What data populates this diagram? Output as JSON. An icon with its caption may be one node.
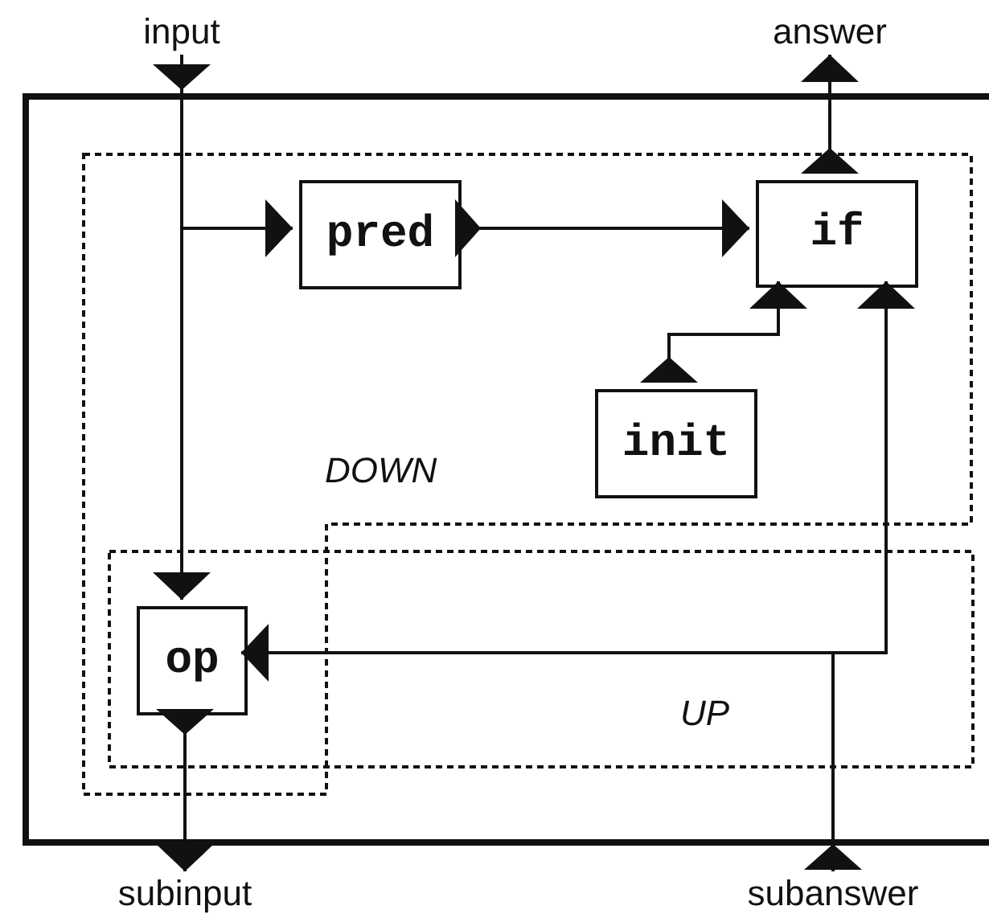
{
  "diagram": {
    "nodes": [
      {
        "text": [
          "input"
        ]
      },
      {
        "text": [
          "answer"
        ]
      },
      {
        "text": [],
        "shape": "box"
      },
      {
        "text": [
          "DOWN"
        ],
        "in": 2
      },
      {
        "text": [
          "pred"
        ],
        "in": 3
      },
      {
        "text": [
          "if"
        ],
        "in": 3
      },
      {
        "text": [
          "init"
        ],
        "in": 3
      },
      {
        "text": [
          "UP"
        ],
        "in": 2
      },
      {
        "text": [
          "op"
        ],
        "in": 7
      },
      {
        "text": [
          "subinput"
        ]
      },
      {
        "text": [
          "subanswer"
        ]
      }
    ],
    "edges": [
      {
        "from": 0,
        "to": 8,
        "arrow": "to"
      },
      {
        "from": 0,
        "to": 4,
        "arrow": "to"
      },
      {
        "from": 4,
        "to": 5,
        "arrow": "to"
      },
      {
        "from": 6,
        "to": 5,
        "arrow": "to"
      },
      {
        "from": 5,
        "to": 1,
        "arrow": "to"
      },
      {
        "from": 10,
        "to": 5,
        "arrow": "to"
      },
      {
        "from": 10,
        "to": 8,
        "arrow": "to"
      },
      {
        "from": 8,
        "to": 9,
        "arrow": "to"
      }
    ]
  }
}
